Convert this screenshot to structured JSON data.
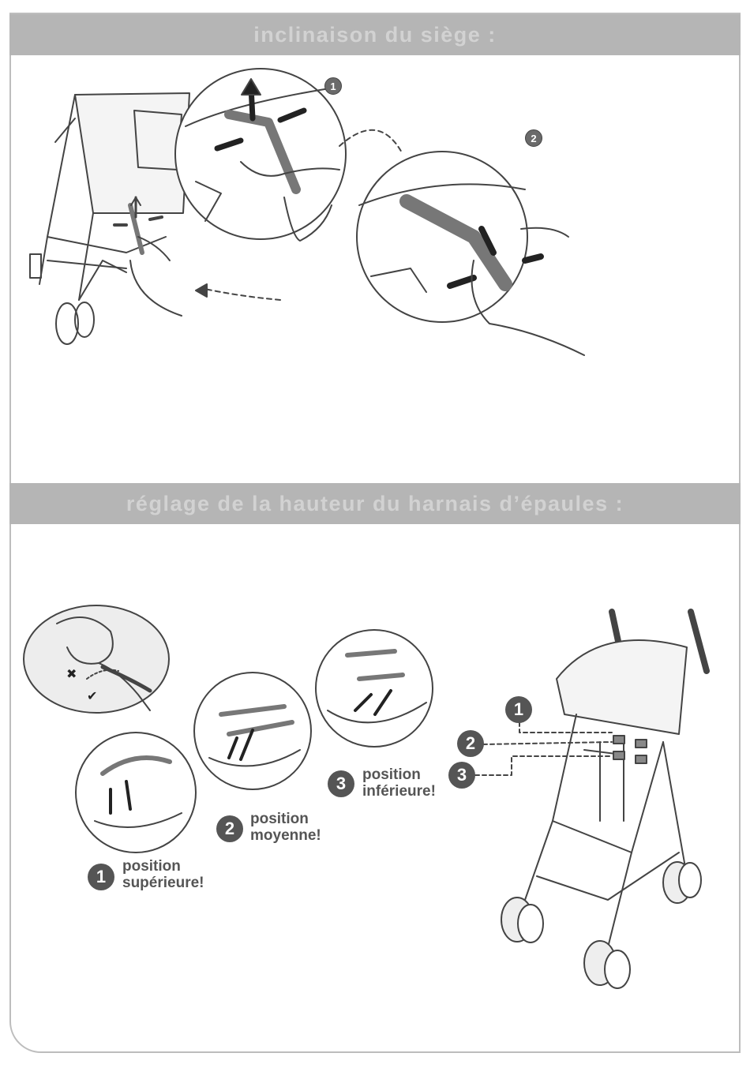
{
  "sections": {
    "recline": {
      "title": "inclinaison du siège :",
      "steps": [
        "1",
        "2"
      ]
    },
    "harness": {
      "title": "réglage de la hauteur du harnais d’épaules :",
      "check_mark": "✔",
      "cross_mark": "✖",
      "positions": [
        {
          "num": "1",
          "line1": "position",
          "line2": "supérieure!"
        },
        {
          "num": "2",
          "line1": "position",
          "line2": "moyenne!"
        },
        {
          "num": "3",
          "line1": "position",
          "line2": "inférieure!"
        }
      ]
    }
  },
  "colors": {
    "header_bg": "#b5b5b5",
    "header_text": "#d2d2d2",
    "badge": "#555555",
    "line": "#444444"
  }
}
